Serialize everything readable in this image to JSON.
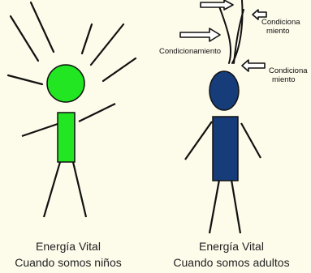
{
  "panels": {
    "child": {
      "caption_line1": "Energía Vital",
      "caption_line2": "Cuando somos niños",
      "head_color": "#22e622",
      "body_color": "#22e622"
    },
    "adult": {
      "caption_line1": "Energía Vital",
      "caption_line2": "Cuando somos adultos",
      "head_color": "#163d7a",
      "body_color": "#163d7a"
    }
  },
  "labels": {
    "top_right_line1": "Condiciona",
    "top_right_line2": "miento",
    "left": "Condicionamiento",
    "head_right_line1": "Condiciona",
    "head_right_line2": "miento"
  },
  "colors": {
    "background": "#fdfbea",
    "lines": "#111111"
  }
}
